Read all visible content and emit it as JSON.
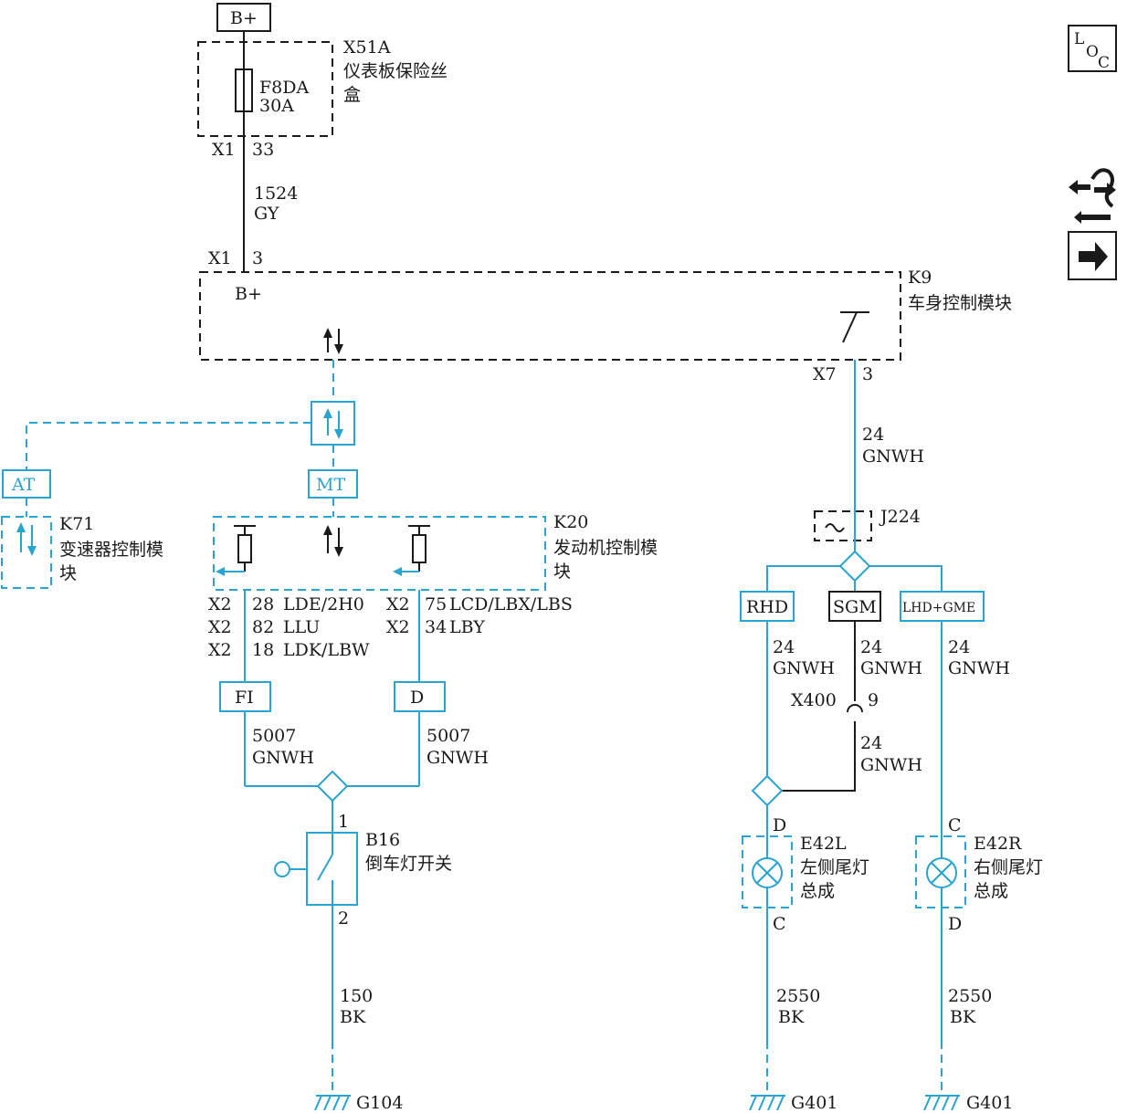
{
  "power": {
    "label": "B+"
  },
  "fuse_box": {
    "id": "X51A",
    "name_line1": "仪表板保险丝",
    "name_line2": "盒",
    "fuse_id": "F8DA",
    "fuse_rating": "30A",
    "connector": "X1",
    "pin": "33"
  },
  "wire_1524": {
    "circuit": "1524",
    "color": "GY"
  },
  "bcm": {
    "id": "K9",
    "name": "车身控制模块",
    "in_connector": "X1",
    "in_pin": "3",
    "bplus": "B+",
    "out_connector": "X7",
    "out_pin": "3"
  },
  "wire_bcm_out": {
    "circuit": "24",
    "color": "GNWH"
  },
  "splice_j224": {
    "id": "J224"
  },
  "variants": {
    "at": "AT",
    "mt": "MT",
    "rhd": "RHD",
    "sgm": "SGM",
    "lhd_gme": "LHD+GME",
    "fi": "FI",
    "d": "D"
  },
  "tcm": {
    "id": "K71",
    "name_line1": "变速器控制模",
    "name_line2": "块"
  },
  "ecm": {
    "id": "K20",
    "name_line1": "发动机控制模",
    "name_line2": "块",
    "left_pins": [
      {
        "connector": "X2",
        "pin": "28",
        "engine": "LDE/2H0"
      },
      {
        "connector": "X2",
        "pin": "82",
        "engine": "LLU"
      },
      {
        "connector": "X2",
        "pin": "18",
        "engine": "LDK/LBW"
      }
    ],
    "right_pins": [
      {
        "connector": "X2",
        "pin": "75",
        "engine": "LCD/LBX/LBS"
      },
      {
        "connector": "X2",
        "pin": "34",
        "engine": "LBY"
      }
    ]
  },
  "wire_5007_left": {
    "circuit": "5007",
    "color": "GNWH"
  },
  "wire_5007_right": {
    "circuit": "5007",
    "color": "GNWH"
  },
  "reverse_switch": {
    "id": "B16",
    "name": "倒车灯开关",
    "pin_top": "1",
    "pin_bottom": "2"
  },
  "wire_150": {
    "circuit": "150",
    "color": "BK"
  },
  "ground_g104": {
    "id": "G104"
  },
  "wire_rhd": {
    "circuit": "24",
    "color": "GNWH"
  },
  "wire_sgm": {
    "circuit": "24",
    "color": "GNWH"
  },
  "wire_lhd": {
    "circuit": "24",
    "color": "GNWH"
  },
  "connector_x400": {
    "id": "X400",
    "pin": "9"
  },
  "wire_x400_lower": {
    "circuit": "24",
    "color": "GNWH"
  },
  "lamp_left": {
    "id": "E42L",
    "name_line1": "左侧尾灯",
    "name_line2": "总成",
    "pin_top": "D",
    "pin_bottom": "C"
  },
  "lamp_right": {
    "id": "E42R",
    "name_line1": "右侧尾灯",
    "name_line2": "总成",
    "pin_top": "C",
    "pin_bottom": "D"
  },
  "wire_2550_left": {
    "circuit": "2550",
    "color": "BK"
  },
  "wire_2550_right": {
    "circuit": "2550",
    "color": "BK"
  },
  "ground_g401_left": {
    "id": "G401"
  },
  "ground_g401_right": {
    "id": "G401"
  },
  "loc_icon": {
    "letters": [
      "L",
      "O",
      "C"
    ]
  },
  "icons": [
    "loc-icon",
    "harness-routing-icon",
    "next-page-arrow-icon"
  ],
  "colors": {
    "black_wire": "#1a1a1a",
    "blue_wire": "#29a3cf"
  }
}
